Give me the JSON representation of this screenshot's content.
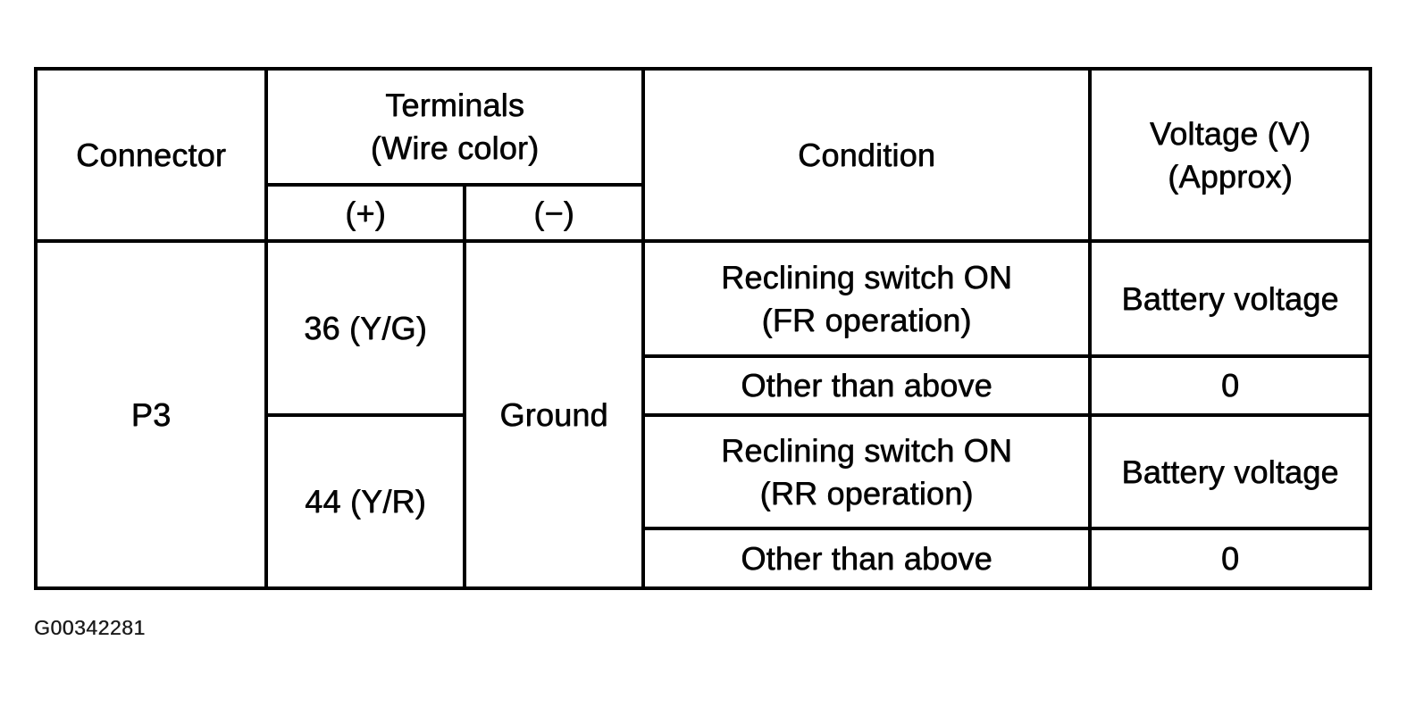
{
  "figure": {
    "id_label": "G00342281"
  },
  "colors": {
    "ink": "#000000",
    "paper": "#ffffff"
  },
  "table": {
    "header": {
      "connector": "Connector",
      "terminals": "Terminals\n(Wire color)",
      "plus": "(+)",
      "minus": "(−)",
      "condition": "Condition",
      "voltage": "Voltage (V)\n(Approx)"
    },
    "body": {
      "connector": "P3",
      "minus_terminal": "Ground",
      "groups": [
        {
          "plus_terminal": "36 (Y/G)",
          "rows": [
            {
              "condition": "Reclining switch ON\n(FR operation)",
              "voltage": "Battery voltage"
            },
            {
              "condition": "Other than above",
              "voltage": "0"
            }
          ]
        },
        {
          "plus_terminal": "44 (Y/R)",
          "rows": [
            {
              "condition": "Reclining switch ON\n(RR operation)",
              "voltage": "Battery voltage"
            },
            {
              "condition": "Other than above",
              "voltage": "0"
            }
          ]
        }
      ]
    }
  }
}
